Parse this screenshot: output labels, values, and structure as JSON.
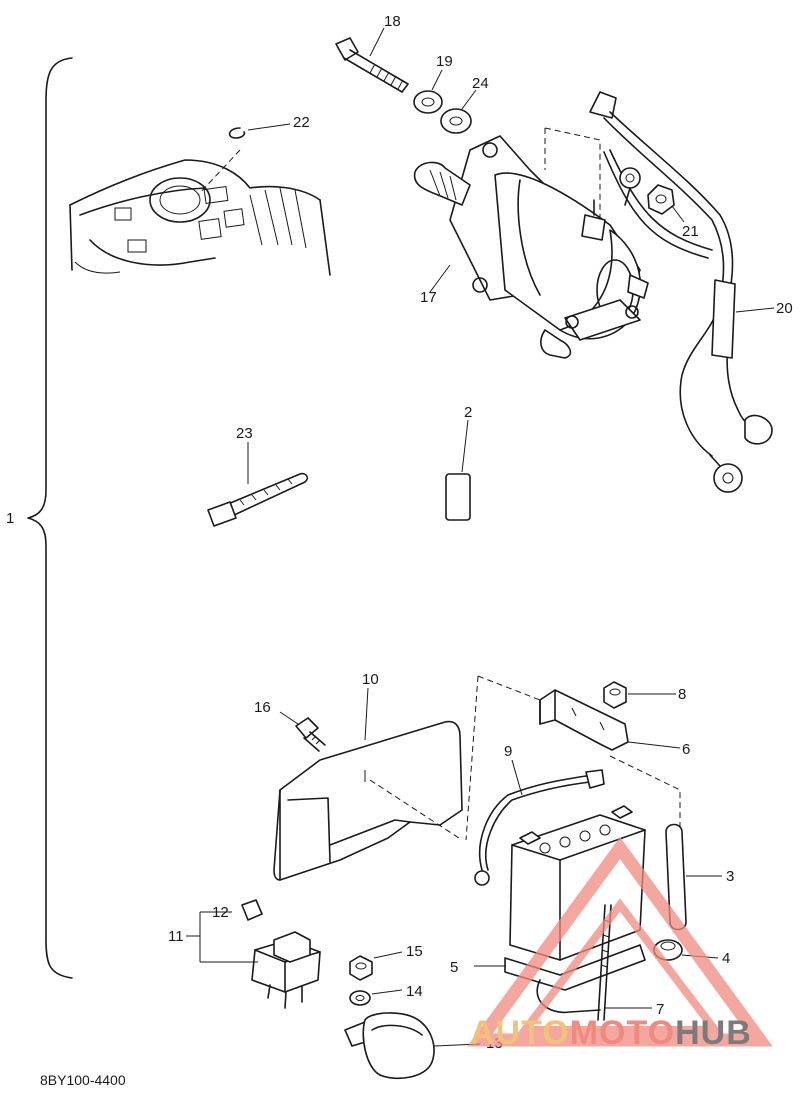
{
  "diagram": {
    "code": "8BY100-4400",
    "callouts": [
      {
        "id": "c1",
        "label": "1"
      },
      {
        "id": "c2",
        "label": "2"
      },
      {
        "id": "c3",
        "label": "3"
      },
      {
        "id": "c4",
        "label": "4"
      },
      {
        "id": "c5",
        "label": "5"
      },
      {
        "id": "c6",
        "label": "6"
      },
      {
        "id": "c7",
        "label": "7"
      },
      {
        "id": "c8",
        "label": "8"
      },
      {
        "id": "c9",
        "label": "9"
      },
      {
        "id": "c10",
        "label": "10"
      },
      {
        "id": "c11",
        "label": "11"
      },
      {
        "id": "c12",
        "label": "12"
      },
      {
        "id": "c13",
        "label": "13"
      },
      {
        "id": "c14",
        "label": "14"
      },
      {
        "id": "c15",
        "label": "15"
      },
      {
        "id": "c16",
        "label": "16"
      },
      {
        "id": "c17",
        "label": "17"
      },
      {
        "id": "c18",
        "label": "18"
      },
      {
        "id": "c19",
        "label": "19"
      },
      {
        "id": "c20",
        "label": "20"
      },
      {
        "id": "c21",
        "label": "21"
      },
      {
        "id": "c22",
        "label": "22"
      },
      {
        "id": "c23",
        "label": "23"
      },
      {
        "id": "c24",
        "label": "24"
      }
    ]
  },
  "watermark": {
    "part1": "AUTO",
    "part2": "MOTO",
    "part3": "HUB",
    "triangle_color": "#f08a80",
    "accent_color": "#f1c27a"
  }
}
